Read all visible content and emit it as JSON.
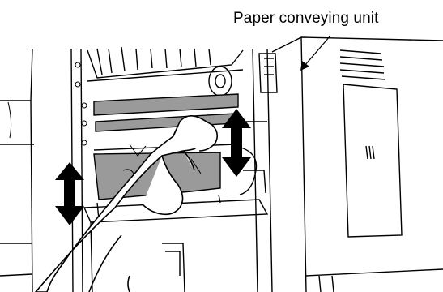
{
  "callout": {
    "label": "Paper conveying unit"
  },
  "icons": {
    "arrow_left": "double-headed-vertical-arrow",
    "arrow_right": "double-headed-vertical-arrow",
    "callout_leader": "leader-arrow",
    "hand": "hand-with-cloth"
  },
  "colors": {
    "ink": "#000000",
    "roller_gray": "#9a9a9a",
    "background": "#ffffff"
  }
}
